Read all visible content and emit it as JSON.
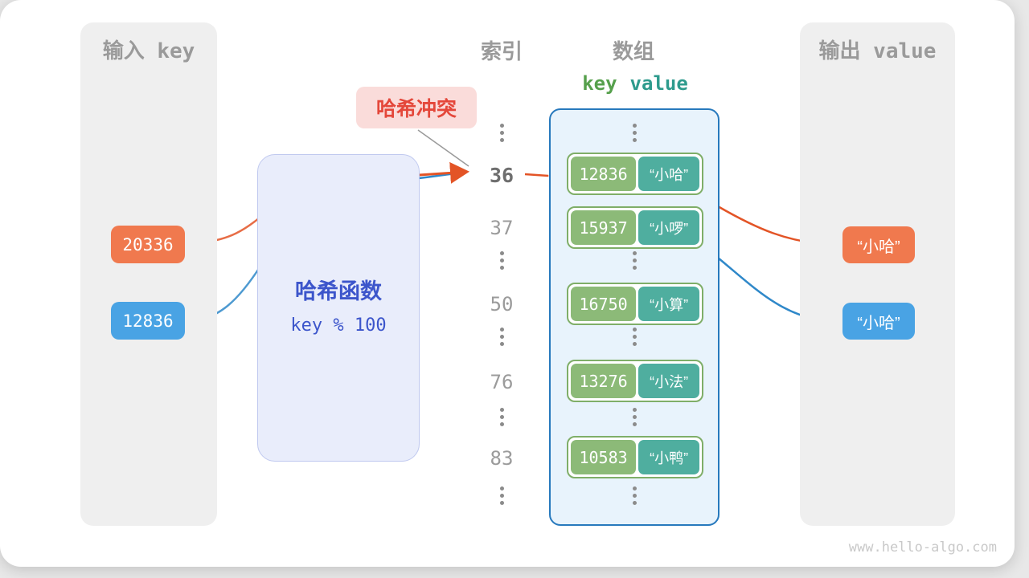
{
  "site": {
    "url": "www.hello-algo.com"
  },
  "panels": {
    "input": {
      "title": "输入 key",
      "keys": [
        {
          "value": "20336",
          "color": "#f0794e"
        },
        {
          "value": "12836",
          "color": "#49a3e4"
        }
      ]
    },
    "output": {
      "title": "输出 value",
      "values": [
        {
          "text": "“小哈”",
          "color": "#f0794e"
        },
        {
          "text": "“小哈”",
          "color": "#49a3e4"
        }
      ]
    }
  },
  "hash_function": {
    "title": "哈希函数",
    "formula": "key % 100"
  },
  "collision_label": {
    "text": "哈希冲突"
  },
  "index_column": {
    "title": "索引",
    "values": [
      "36",
      "37",
      "50",
      "76",
      "83"
    ],
    "highlighted": "36"
  },
  "array": {
    "title": "数组",
    "key_header": "key",
    "value_header": "value",
    "pairs": [
      {
        "key": "12836",
        "value": "“小哈”"
      },
      {
        "key": "15937",
        "value": "“小啰”"
      },
      {
        "key": "16750",
        "value": "“小算”"
      },
      {
        "key": "13276",
        "value": "“小法”"
      },
      {
        "key": "10583",
        "value": "“小鸭”"
      }
    ]
  },
  "colors": {
    "orange": "#f0794e",
    "orange_stroke": "#e35426",
    "blue": "#49a3e4",
    "blue_stroke": "#2f88c9",
    "key_green": "#8cba78",
    "value_teal": "#4fae9f",
    "hash_text": "#3c55cb",
    "collision_red": "#e4473a",
    "array_border": "#2779bd"
  }
}
